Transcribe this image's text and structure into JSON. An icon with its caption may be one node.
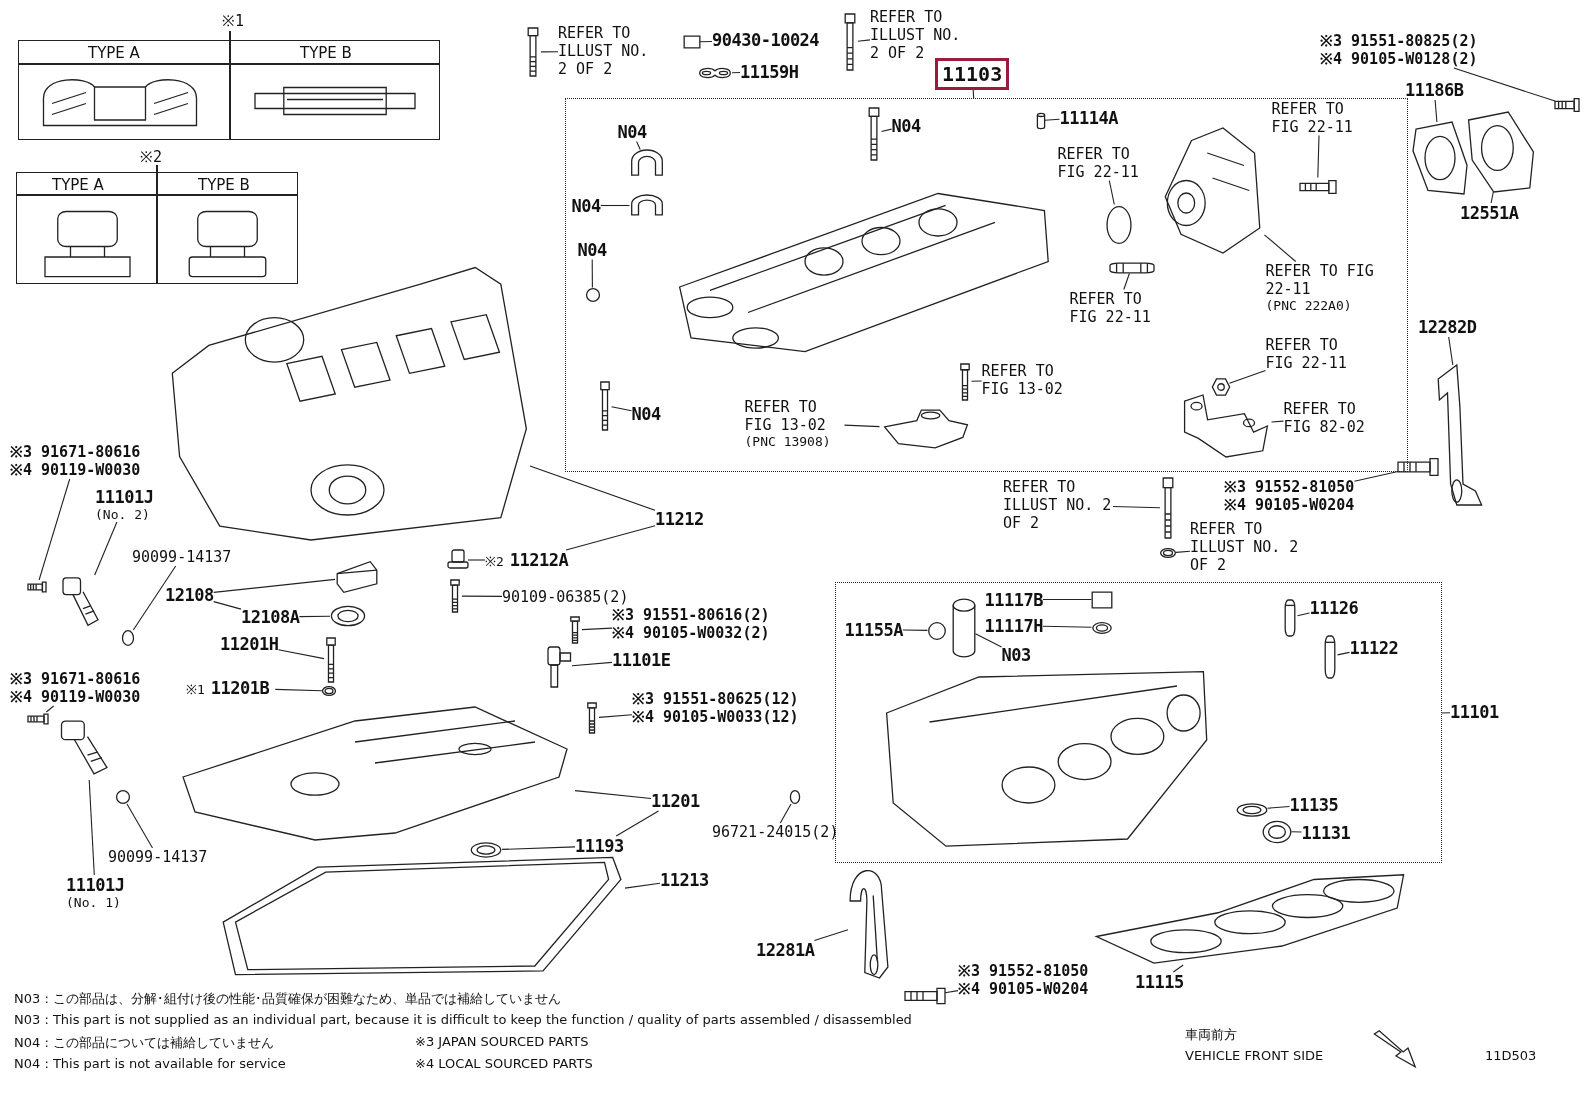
{
  "diagram": {
    "nodes": [
      {
        "text": [],
        "shape": "box"
      },
      {
        "text": [],
        "shape": "box"
      },
      {
        "text": [
          "REFER TO ILLUST NO. 2 OF 2"
        ]
      },
      {
        "text": [],
        "shape": "picture"
      },
      {
        "text": [
          "90430-10024"
        ]
      },
      {
        "text": [],
        "shape": "box"
      },
      {
        "text": [
          "11159H"
        ]
      },
      {
        "text": [],
        "shape": "picture"
      },
      {
        "text": [
          "REFER TO ILLUST NO. 2 OF 2"
        ]
      },
      {
        "text": [],
        "shape": "picture"
      },
      {
        "text": [
          "11103"
        ]
      },
      {
        "text": [
          "※3 91551-80825(2)",
          "※4 90105-W0128(2)"
        ]
      },
      {
        "text": [],
        "shape": "picture"
      },
      {
        "text": [
          "11186B"
        ]
      },
      {
        "text": [],
        "shape": "picture"
      },
      {
        "text": [
          "12551A"
        ]
      },
      {
        "text": [],
        "shape": "picture"
      },
      {
        "text": [
          "N04"
        ],
        "in": 0
      },
      {
        "text": [],
        "shape": "picture",
        "in": 0
      },
      {
        "text": [
          "N04"
        ],
        "in": 0
      },
      {
        "text": [],
        "shape": "picture",
        "in": 0
      },
      {
        "text": [
          "N04"
        ],
        "in": 0
      },
      {
        "text": [],
        "shape": "circle",
        "in": 0
      },
      {
        "text": [
          "N04"
        ],
        "in": 0
      },
      {
        "text": [],
        "shape": "picture",
        "in": 0
      },
      {
        "text": [
          "11114A"
        ],
        "in": 0
      },
      {
        "text": [],
        "shape": "cylinder",
        "in": 0
      },
      {
        "text": [
          "REFER TO FIG 22-11"
        ],
        "in": 0
      },
      {
        "text": [],
        "shape": "circle",
        "in": 0
      },
      {
        "text": [
          "REFER TO FIG 22-11"
        ],
        "in": 0
      },
      {
        "text": [],
        "shape": "picture",
        "in": 0
      },
      {
        "text": [
          "REFER TO FIG 22-11",
          "(PNC 222A0)"
        ],
        "in": 0
      },
      {
        "text": [],
        "shape": "picture",
        "in": 0
      },
      {
        "text": [
          "REFER TO FIG 22-11"
        ],
        "in": 0
      },
      {
        "text": [],
        "shape": "picture",
        "in": 0
      },
      {
        "text": [
          "REFER TO FIG 22-11"
        ],
        "in": 0
      },
      {
        "text": [],
        "shape": "picture",
        "in": 0
      },
      {
        "text": [
          "REFER TO FIG 82-02"
        ],
        "in": 0
      },
      {
        "text": [],
        "shape": "picture",
        "in": 0
      },
      {
        "text": [
          "REFER TO FIG 13-02"
        ],
        "in": 0
      },
      {
        "text": [],
        "shape": "picture",
        "in": 0
      },
      {
        "text": [
          "REFER TO FIG 13-02",
          "(PNC 13908)"
        ],
        "in": 0
      },
      {
        "text": [],
        "shape": "picture",
        "in": 0
      },
      {
        "text": [
          "N04"
        ],
        "in": 0
      },
      {
        "text": [],
        "shape": "picture",
        "in": 0
      },
      {
        "text": [
          "※3 91671-80616",
          "※4 90119-W0030"
        ]
      },
      {
        "text": [],
        "shape": "picture"
      },
      {
        "text": [
          "11101J",
          "(No. 2)"
        ]
      },
      {
        "text": [],
        "shape": "picture"
      },
      {
        "text": [
          "90099-14137"
        ]
      },
      {
        "text": [],
        "shape": "circle"
      },
      {
        "text": [
          "11212"
        ]
      },
      {
        "text": [],
        "shape": "picture"
      },
      {
        "text": [
          "※2",
          "11212A"
        ]
      },
      {
        "text": [],
        "shape": "picture"
      },
      {
        "text": [
          "12108"
        ]
      },
      {
        "text": [],
        "shape": "picture"
      },
      {
        "text": [
          "12108A"
        ]
      },
      {
        "text": [],
        "shape": "picture"
      },
      {
        "text": [
          "11201H"
        ]
      },
      {
        "text": [],
        "shape": "picture"
      },
      {
        "text": [
          "※1",
          "11201B"
        ]
      },
      {
        "text": [],
        "shape": "picture"
      },
      {
        "text": [
          "90109-06385(2)"
        ]
      },
      {
        "text": [],
        "shape": "picture"
      },
      {
        "text": [
          "※3 91551-80616(2)",
          "※4 90105-W0032(2)"
        ]
      },
      {
        "text": [],
        "shape": "picture"
      },
      {
        "text": [
          "11101E"
        ]
      },
      {
        "text": [],
        "shape": "picture"
      },
      {
        "text": [
          "※3 91671-80616",
          "※4 90119-W0030"
        ]
      },
      {
        "text": [],
        "shape": "picture"
      },
      {
        "text": [
          "90099-14137"
        ]
      },
      {
        "text": [],
        "shape": "circle"
      },
      {
        "text": [
          "11101J",
          "(No. 1)"
        ]
      },
      {
        "text": [],
        "shape": "picture"
      },
      {
        "text": [
          "※3 91551-80625(12)",
          "※4 90105-W0033(12)"
        ]
      },
      {
        "text": [],
        "shape": "picture"
      },
      {
        "text": [
          "11201"
        ]
      },
      {
        "text": [],
        "shape": "picture"
      },
      {
        "text": [
          "11193"
        ]
      },
      {
        "text": [],
        "shape": "picture"
      },
      {
        "text": [
          "11213"
        ]
      },
      {
        "text": [],
        "shape": "picture"
      },
      {
        "text": [
          "96721-24015(2)"
        ]
      },
      {
        "text": [],
        "shape": "circle"
      },
      {
        "text": [
          "REFER TO ILLUST NO. 2 OF 2"
        ]
      },
      {
        "text": [],
        "shape": "picture"
      },
      {
        "text": [
          "REFER TO ILLUST NO. 2 OF 2"
        ]
      },
      {
        "text": [],
        "shape": "picture"
      },
      {
        "text": [
          "※3 91552-81050",
          "※4 90105-W0204"
        ]
      },
      {
        "text": [],
        "shape": "picture"
      },
      {
        "text": [
          "12282D"
        ]
      },
      {
        "text": [],
        "shape": "picture"
      },
      {
        "text": [
          "11117B"
        ],
        "in": 1
      },
      {
        "text": [],
        "shape": "box",
        "in": 1
      },
      {
        "text": [
          "11117H"
        ],
        "in": 1
      },
      {
        "text": [],
        "shape": "picture",
        "in": 1
      },
      {
        "text": [
          "11155A"
        ],
        "in": 1
      },
      {
        "text": [],
        "shape": "circle",
        "in": 1
      },
      {
        "text": [
          "N03"
        ],
        "in": 1
      },
      {
        "text": [],
        "shape": "cylinder",
        "in": 1
      },
      {
        "text": [
          "11126"
        ],
        "in": 1
      },
      {
        "text": [],
        "shape": "picture",
        "in": 1
      },
      {
        "text": [
          "11122"
        ],
        "in": 1
      },
      {
        "text": [],
        "shape": "picture",
        "in": 1
      },
      {
        "text": [
          "11101"
        ]
      },
      {
        "text": [
          "11135"
        ],
        "in": 1
      },
      {
        "text": [],
        "shape": "picture",
        "in": 1
      },
      {
        "text": [
          "11131"
        ],
        "in": 1
      },
      {
        "text": [],
        "shape": "picture",
        "in": 1
      },
      {
        "text": [
          "12281A"
        ]
      },
      {
        "text": [],
        "shape": "picture"
      },
      {
        "text": [
          "※3 91552-81050",
          "※4 90105-W0204"
        ]
      },
      {
        "text": [],
        "shape": "picture"
      },
      {
        "text": [
          "11115"
        ]
      },
      {
        "text": [],
        "shape": "picture"
      }
    ],
    "edges": [
      {
        "from": 2,
        "to": 3,
        "arrow": "none"
      },
      {
        "from": 4,
        "to": 5,
        "arrow": "none"
      },
      {
        "from": 6,
        "to": 7,
        "arrow": "none"
      },
      {
        "from": 8,
        "to": 9,
        "arrow": "none"
      },
      {
        "from": 10,
        "to": 0,
        "arrow": "none"
      },
      {
        "from": 11,
        "to": 12,
        "arrow": "none"
      },
      {
        "from": 13,
        "to": 14,
        "arrow": "none"
      },
      {
        "from": 15,
        "to": 16,
        "arrow": "none"
      },
      {
        "from": 17,
        "to": 18,
        "arrow": "none"
      },
      {
        "from": 19,
        "to": 20,
        "arrow": "none"
      },
      {
        "from": 21,
        "to": 22,
        "arrow": "none"
      },
      {
        "from": 23,
        "to": 24,
        "arrow": "none"
      },
      {
        "from": 25,
        "to": 26,
        "arrow": "none"
      },
      {
        "from": 27,
        "to": 28,
        "arrow": "none"
      },
      {
        "from": 29,
        "to": 30,
        "arrow": "none"
      },
      {
        "from": 31,
        "to": 32,
        "arrow": "none"
      },
      {
        "from": 33,
        "to": 34,
        "arrow": "none"
      },
      {
        "from": 35,
        "to": 36,
        "arrow": "none"
      },
      {
        "from": 37,
        "to": 38,
        "arrow": "none"
      },
      {
        "from": 39,
        "to": 40,
        "arrow": "none"
      },
      {
        "from": 41,
        "to": 42,
        "arrow": "none"
      },
      {
        "from": 43,
        "to": 44,
        "arrow": "none"
      },
      {
        "from": 45,
        "to": 46,
        "arrow": "none"
      },
      {
        "from": 47,
        "to": 48,
        "arrow": "none"
      },
      {
        "from": 49,
        "to": 50,
        "arrow": "none"
      },
      {
        "from": 51,
        "to": 52,
        "arrow": "none"
      },
      {
        "from": 51,
        "to": 53,
        "arrow": "none"
      },
      {
        "from": 53,
        "to": 54,
        "arrow": "none"
      },
      {
        "from": 55,
        "to": 56,
        "arrow": "none"
      },
      {
        "from": 55,
        "to": 57,
        "arrow": "none"
      },
      {
        "from": 57,
        "to": 58,
        "arrow": "none"
      },
      {
        "from": 59,
        "to": 60,
        "arrow": "none"
      },
      {
        "from": 61,
        "to": 62,
        "arrow": "none"
      },
      {
        "from": 63,
        "to": 64,
        "arrow": "none"
      },
      {
        "from": 65,
        "to": 66,
        "arrow": "none"
      },
      {
        "from": 67,
        "to": 68,
        "arrow": "none"
      },
      {
        "from": 69,
        "to": 70,
        "arrow": "none"
      },
      {
        "from": 71,
        "to": 72,
        "arrow": "none"
      },
      {
        "from": 73,
        "to": 74,
        "arrow": "none"
      },
      {
        "from": 75,
        "to": 76,
        "arrow": "none"
      },
      {
        "from": 77,
        "to": 78,
        "arrow": "none"
      },
      {
        "from": 77,
        "to": 79,
        "arrow": "none"
      },
      {
        "from": 79,
        "to": 80,
        "arrow": "none"
      },
      {
        "from": 81,
        "to": 82,
        "arrow": "none"
      },
      {
        "from": 83,
        "to": 84,
        "arrow": "none"
      },
      {
        "from": 85,
        "to": 86,
        "arrow": "none"
      },
      {
        "from": 87,
        "to": 88,
        "arrow": "none"
      },
      {
        "from": 89,
        "to": 90,
        "arrow": "none"
      },
      {
        "from": 91,
        "to": 92,
        "arrow": "none"
      },
      {
        "from": 93,
        "to": 94,
        "arrow": "none"
      },
      {
        "from": 95,
        "to": 96,
        "arrow": "none"
      },
      {
        "from": 97,
        "to": 98,
        "arrow": "none"
      },
      {
        "from": 99,
        "to": 100,
        "arrow": "none"
      },
      {
        "from": 101,
        "to": 102,
        "arrow": "none"
      },
      {
        "from": 103,
        "to": 104,
        "arrow": "none"
      },
      {
        "from": 105,
        "to": 1,
        "arrow": "none"
      },
      {
        "from": 106,
        "to": 107,
        "arrow": "none"
      },
      {
        "from": 108,
        "to": 109,
        "arrow": "none"
      },
      {
        "from": 110,
        "to": 111,
        "arrow": "none"
      },
      {
        "from": 112,
        "to": 113,
        "arrow": "none"
      },
      {
        "from": 114,
        "to": 115,
        "arrow": "none"
      }
    ],
    "labels": [
      "※1",
      "TYPE A",
      "TYPE B",
      "※2",
      "TYPE A",
      "TYPE B",
      "N03 : この部品は、分解･組付け後の性能･品質確保が困難なため、単品では補給していません",
      "N03 : This part is not supplied as an individual part, because it is difficult to keep the function / quality of parts  assembled / disassembled",
      "N04 : この部品については補給していません",
      "※3 JAPAN SOURCED PARTS",
      "N04 : This part is not available for service",
      "※4 LOCAL SOURCED PARTS",
      "車両前方",
      "VEHICLE FRONT SIDE",
      "11D503"
    ]
  }
}
